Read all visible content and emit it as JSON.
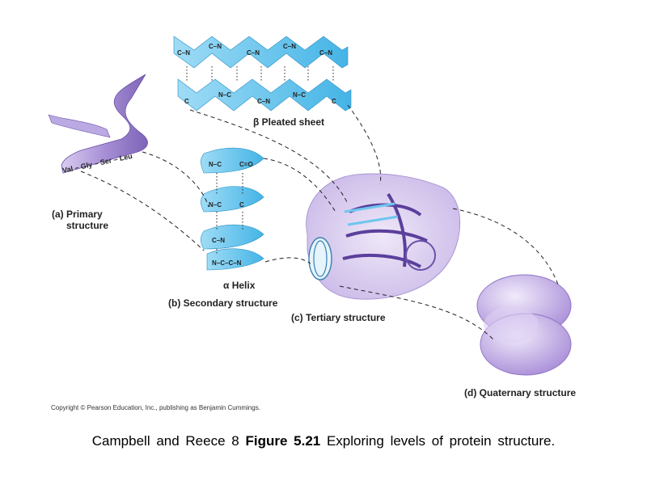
{
  "labels": {
    "primary_tag": "(a)",
    "primary_line1": "Primary",
    "primary_line2": "structure",
    "primary_sequence": "Val – Gly – Ser – Leu",
    "beta_sheet": "β Pleated sheet",
    "alpha_helix": "α Helix",
    "secondary_tag": "(b)",
    "secondary": "Secondary structure",
    "tertiary_tag": "(c)",
    "tertiary": "Tertiary structure",
    "quaternary_tag": "(d)",
    "quaternary": "Quaternary structure"
  },
  "copyright": "Copyright © Pearson Education, Inc., publishing as Benjamin Cummings.",
  "caption": {
    "prefix": "Campbell and Reece 8",
    "figure": "Figure 5.21",
    "suffix": "Exploring  levels of protein structure."
  },
  "colors": {
    "primary_ribbon": "#a78fd6",
    "sheet_blue": "#5fc3ee",
    "tertiary_blob": "#d9ccef",
    "quaternary": "#c7b4ea"
  }
}
